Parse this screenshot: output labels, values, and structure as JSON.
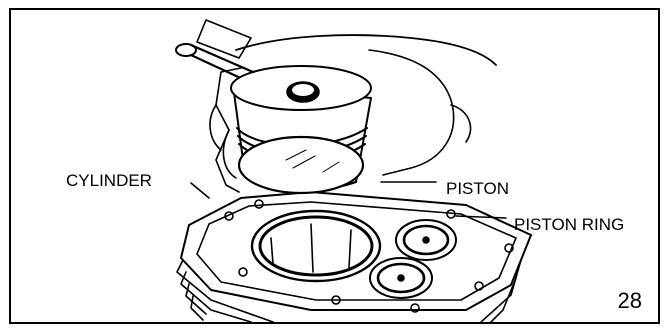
{
  "labels": {
    "cylinder": "CYLINDER",
    "piston": "PISTON",
    "piston_ring": "PISTON RING"
  },
  "figure_number": "28",
  "colors": {
    "ink": "#000000",
    "paper": "#ffffff"
  }
}
